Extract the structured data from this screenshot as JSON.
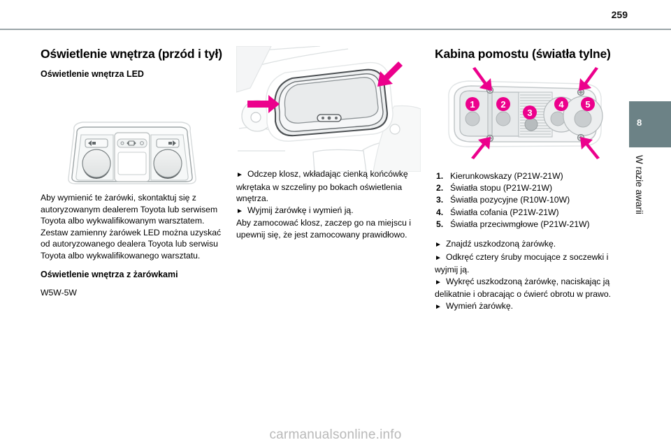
{
  "header": {
    "page_number": "259"
  },
  "side_tab": {
    "chapter_number": "8",
    "chapter_label": "W razie awarii",
    "color": "#6c8286"
  },
  "colors": {
    "callout_magenta": "#EC008C",
    "rule_gray": "#9aa4a8",
    "line_art": "#58595b",
    "watermark_gray": "#b9b9b9"
  },
  "left_column": {
    "title": "Oświetlenie wnętrza (przód i tył)",
    "subtitle_led": "Oświetlenie wnętrza LED",
    "figure_caption": "overhead-console-led",
    "paragraph": "Aby wymienić te żarówki, skontaktuj się z autoryzowanym dealerem Toyota lub serwisem Toyota albo wykwalifikowanym warsztatem. Zestaw zamienny żarówek LED można uzyskać od autoryzowanego dealera Toyota lub serwisu Toyota albo wykwalifikowanego warsztatu.",
    "subtitle_bulb": "Oświetlenie wnętrza z żarówkami",
    "bulb_spec": "W5W-5W"
  },
  "middle_column": {
    "figure_caption": "dome-lamp-lens-removal",
    "bullet_1_mark": "►",
    "bullet_1": "Odczep klosz, wkładając cienką końcówkę wkrętaka w szczeliny po bokach oświetlenia wnętrza.",
    "bullet_2_mark": "►",
    "bullet_2": "Wyjmij żarówkę i wymień ją.",
    "note": "Aby zamocować klosz, zaczep go na miejscu i upewnij się, że jest zamocowany prawidłowo."
  },
  "right_column": {
    "title": "Kabina pomostu (światła tylne)",
    "figure_caption": "rear-lamp-cluster",
    "callouts": [
      "1",
      "2",
      "3",
      "4",
      "5"
    ],
    "list": [
      {
        "idx": "1.",
        "text": "Kierunkowskazy (P21W-21W)"
      },
      {
        "idx": "2.",
        "text": "Światła stopu (P21W-21W)"
      },
      {
        "idx": "3.",
        "text": "Światła pozycyjne (R10W-10W)"
      },
      {
        "idx": "4.",
        "text": "Światła cofania (P21W-21W)"
      },
      {
        "idx": "5.",
        "text": "Światła przeciwmgłowe (P21W-21W)"
      }
    ],
    "bullet_1_mark": "►",
    "bullet_1": "Znajdź uszkodzoną żarówkę.",
    "bullet_2_mark": "►",
    "bullet_2": "Odkręć cztery śruby mocujące z soczewki i wyjmij ją.",
    "bullet_3_mark": "►",
    "bullet_3": "Wykręć uszkodzoną żarówkę, naciskając ją delikatnie i obracając o ćwierć obrotu w prawo.",
    "bullet_4_mark": "►",
    "bullet_4": "Wymień żarówkę."
  },
  "footer": {
    "watermark": "carmanualsonline.info"
  }
}
